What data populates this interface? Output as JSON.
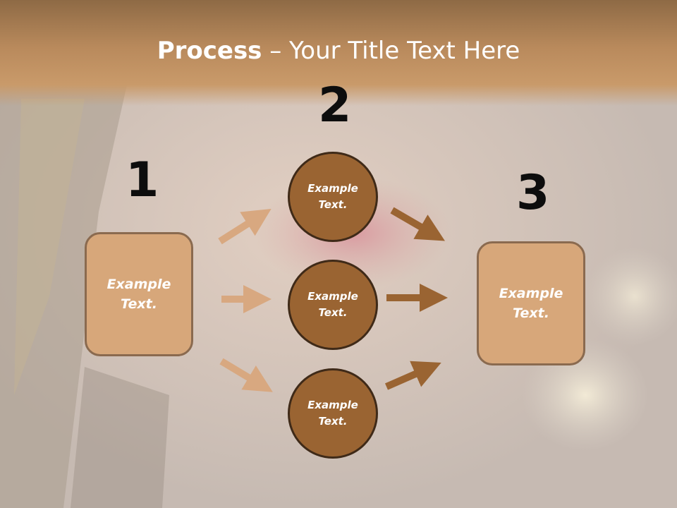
{
  "title": {
    "bold": "Process",
    "rest": " – Your Title Text Here"
  },
  "steps": {
    "one": {
      "number": "1",
      "text_line1": "Example",
      "text_line2": "Text."
    },
    "two": {
      "number": "2"
    },
    "three": {
      "number": "3",
      "text_line1": "Example",
      "text_line2": "Text."
    }
  },
  "circles": [
    {
      "line1": "Example",
      "line2": "Text."
    },
    {
      "line1": "Example",
      "line2": "Text."
    },
    {
      "line1": "Example",
      "line2": "Text."
    }
  ],
  "colors": {
    "title_band": "#b98a5c",
    "box_fill": "#d7a77a",
    "circle_fill": "#9a6432",
    "arrow_light": "#d8a880",
    "arrow_dark": "#9a6432"
  }
}
